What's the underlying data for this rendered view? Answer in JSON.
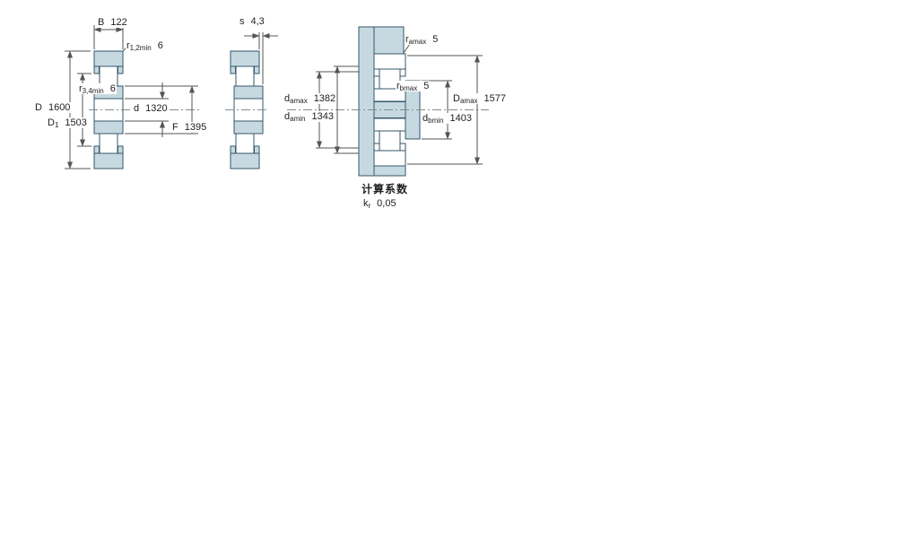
{
  "colors": {
    "section_fill": "#c6d9e1",
    "section_outline": "#35576b",
    "dim_color": "#555555",
    "text_color": "#222222"
  },
  "dims": {
    "B": {
      "base": "B",
      "sub": "",
      "value": "122"
    },
    "s": {
      "base": "s",
      "sub": "",
      "value": "4,3"
    },
    "r12": {
      "base": "r",
      "sub": "1,2min",
      "value": "6"
    },
    "r34": {
      "base": "r",
      "sub": "3,4min",
      "value": "6"
    },
    "ramax": {
      "base": "r",
      "sub": "amax",
      "value": "5"
    },
    "rbmax": {
      "base": "r",
      "sub": "bmax",
      "value": "5"
    },
    "D": {
      "base": "D",
      "sub": "",
      "value": "1600"
    },
    "D1": {
      "base": "D",
      "sub": "1",
      "value": "1503"
    },
    "d": {
      "base": "d",
      "sub": "",
      "value": "1320"
    },
    "F": {
      "base": "F",
      "sub": "",
      "value": "1395"
    },
    "damax": {
      "base": "d",
      "sub": "amax",
      "value": "1382"
    },
    "damin": {
      "base": "d",
      "sub": "amin",
      "value": "1343"
    },
    "Damax": {
      "base": "D",
      "sub": "amax",
      "value": "1577"
    },
    "dbmin": {
      "base": "d",
      "sub": "bmin",
      "value": "1403"
    }
  },
  "calculation_factors": {
    "heading": "计算系数",
    "kr": {
      "base": "k",
      "sub": "r",
      "value": "0,05"
    }
  }
}
